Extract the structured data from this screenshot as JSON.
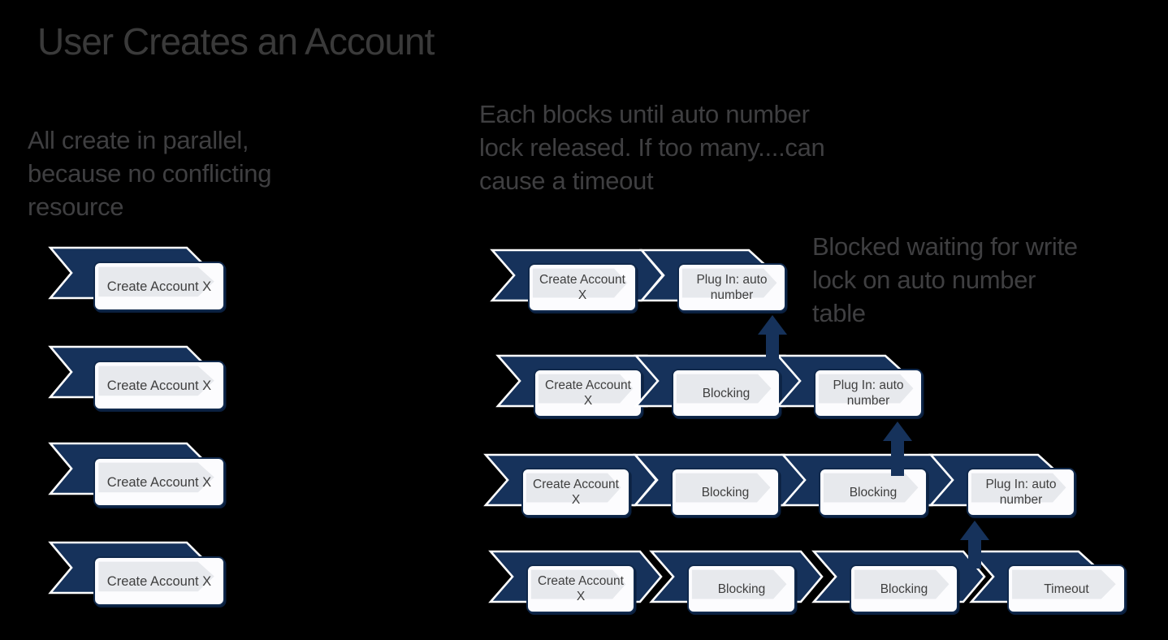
{
  "slide": {
    "title": "User Creates an Account",
    "background_color": "#000000",
    "colors": {
      "chevron_navy": "#16325B",
      "chevron_outline": "#FFFFFF",
      "box_fill": "#FCFCFE",
      "box_border": "#10294C",
      "inner_chevron_gray": "#E7E9ED",
      "box_text": "#3F3F3F",
      "note_text": "#3F3F41",
      "title_text": "#3A3A3A",
      "arrow_navy": "#16325B"
    }
  },
  "notes": {
    "left": {
      "lines": [
        "All create in parallel,",
        "because no conflicting",
        "resource"
      ]
    },
    "center": {
      "lines": [
        "Each blocks until auto number",
        "lock released. If too many....can",
        "cause a timeout"
      ]
    },
    "right": {
      "lines": [
        "Blocked waiting for write",
        "lock on auto number",
        "table"
      ]
    }
  },
  "left_column": {
    "units": [
      {
        "label": "Create Account X"
      },
      {
        "label": "Create Account X"
      },
      {
        "label": "Create Account X"
      },
      {
        "label": "Create Account X"
      }
    ]
  },
  "right_rows": [
    {
      "units": [
        {
          "label": "Create Account X"
        },
        {
          "label": "Plug In: auto number"
        }
      ]
    },
    {
      "units": [
        {
          "label": "Create Account X"
        },
        {
          "label": "Blocking"
        },
        {
          "label": "Plug In: auto number"
        }
      ]
    },
    {
      "units": [
        {
          "label": "Create Account X"
        },
        {
          "label": "Blocking"
        },
        {
          "label": "Blocking"
        },
        {
          "label": "Plug In: auto number"
        }
      ]
    },
    {
      "units": [
        {
          "label": "Create Account X"
        },
        {
          "label": "Blocking"
        },
        {
          "label": "Blocking"
        },
        {
          "label": "Timeout"
        }
      ]
    }
  ]
}
